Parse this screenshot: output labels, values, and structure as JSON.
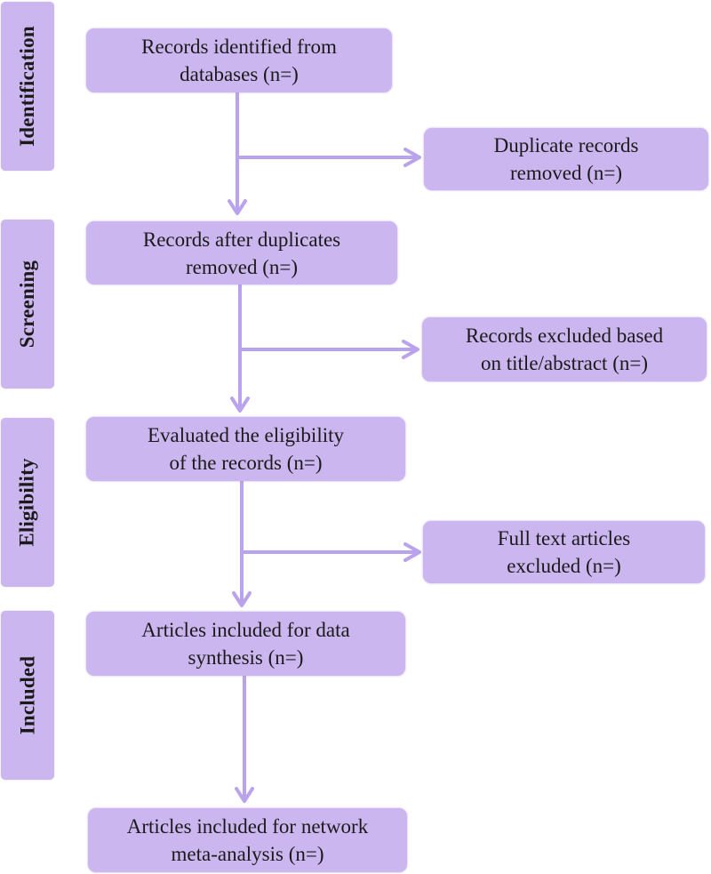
{
  "colors": {
    "box_fill": "#ccb6ef",
    "arrow": "#b9a3ec",
    "text": "#1a1a1a"
  },
  "stages": {
    "identification": "Identification",
    "screening": "Screening",
    "eligibility": "Eligibility",
    "included": "Included"
  },
  "boxes": {
    "records_identified": {
      "line1": "Records identified from",
      "line2": "databases (n=)"
    },
    "duplicates_removed": {
      "line1": "Duplicate records",
      "line2": "removed (n=)"
    },
    "records_after_duplicates": {
      "line1": "Records after duplicates",
      "line2": "removed (n=)"
    },
    "records_excluded": {
      "line1": "Records excluded based",
      "line2": "on title/abstract (n=)"
    },
    "evaluated_eligibility": {
      "line1": "Evaluated the eligibility",
      "line2": "of the records (n=)"
    },
    "full_text_excluded": {
      "line1": "Full text articles",
      "line2": "excluded (n=)"
    },
    "data_synthesis": {
      "line1": "Articles included for data",
      "line2": "synthesis (n=)"
    },
    "network_meta_analysis": {
      "line1": "Articles included for network",
      "line2": "meta-analysis (n=)"
    }
  }
}
